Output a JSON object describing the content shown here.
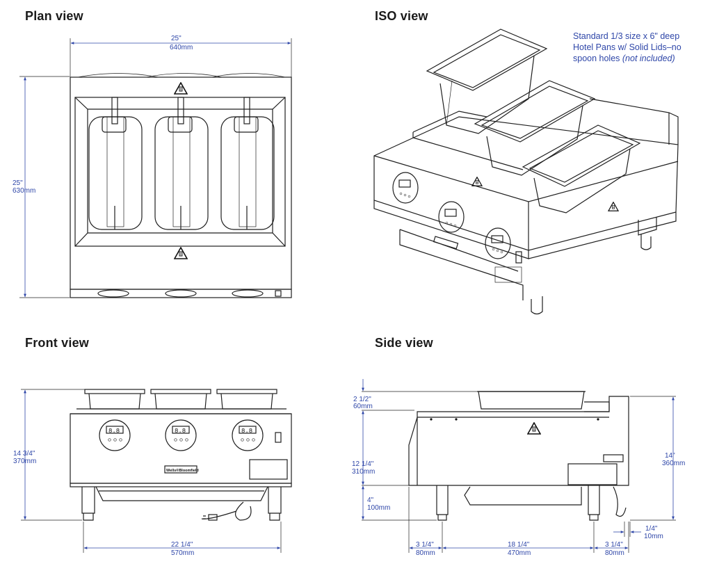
{
  "views": {
    "plan": "Plan view",
    "iso": "ISO view",
    "front": "Front view",
    "side": "Side view"
  },
  "iso_note": {
    "line1": "Standard 1/3 size x 6\" deep",
    "line2": "Hotel Pans w/ Solid Lids–no",
    "line3": "spoon holes ",
    "line3_italic": "(not included)"
  },
  "plan_dims": {
    "width_in": "25\"",
    "width_mm": "640mm",
    "depth_in": "25\"",
    "depth_mm": "630mm"
  },
  "front_dims": {
    "height_in": "14 3/4\"",
    "height_mm": "370mm",
    "feet_in": "22 1/4\"",
    "feet_mm": "570mm"
  },
  "side_dims": {
    "pan_in": "2 1/2\"",
    "pan_mm": "60mm",
    "body_in": "12 1/4\"",
    "body_mm": "310mm",
    "leg_in": "4\"",
    "leg_mm": "100mm",
    "total_in": "14\"",
    "total_mm": "360mm",
    "back_in": "1/4\"",
    "back_mm": "10mm",
    "left_in": "3 1/4\"",
    "left_mm": "80mm",
    "mid_in": "18 1/4\"",
    "mid_mm": "470mm",
    "right_in": "3 1/4\"",
    "right_mm": "80mm"
  },
  "display_digits": "8.8",
  "brand_plate": "Wells®Bloomfield",
  "warning_symbol": "warning-triangle-icon",
  "colors": {
    "dimension_line": "#2e46a8",
    "line_art": "#1f1f1f",
    "note_text": "#2e46a8"
  }
}
